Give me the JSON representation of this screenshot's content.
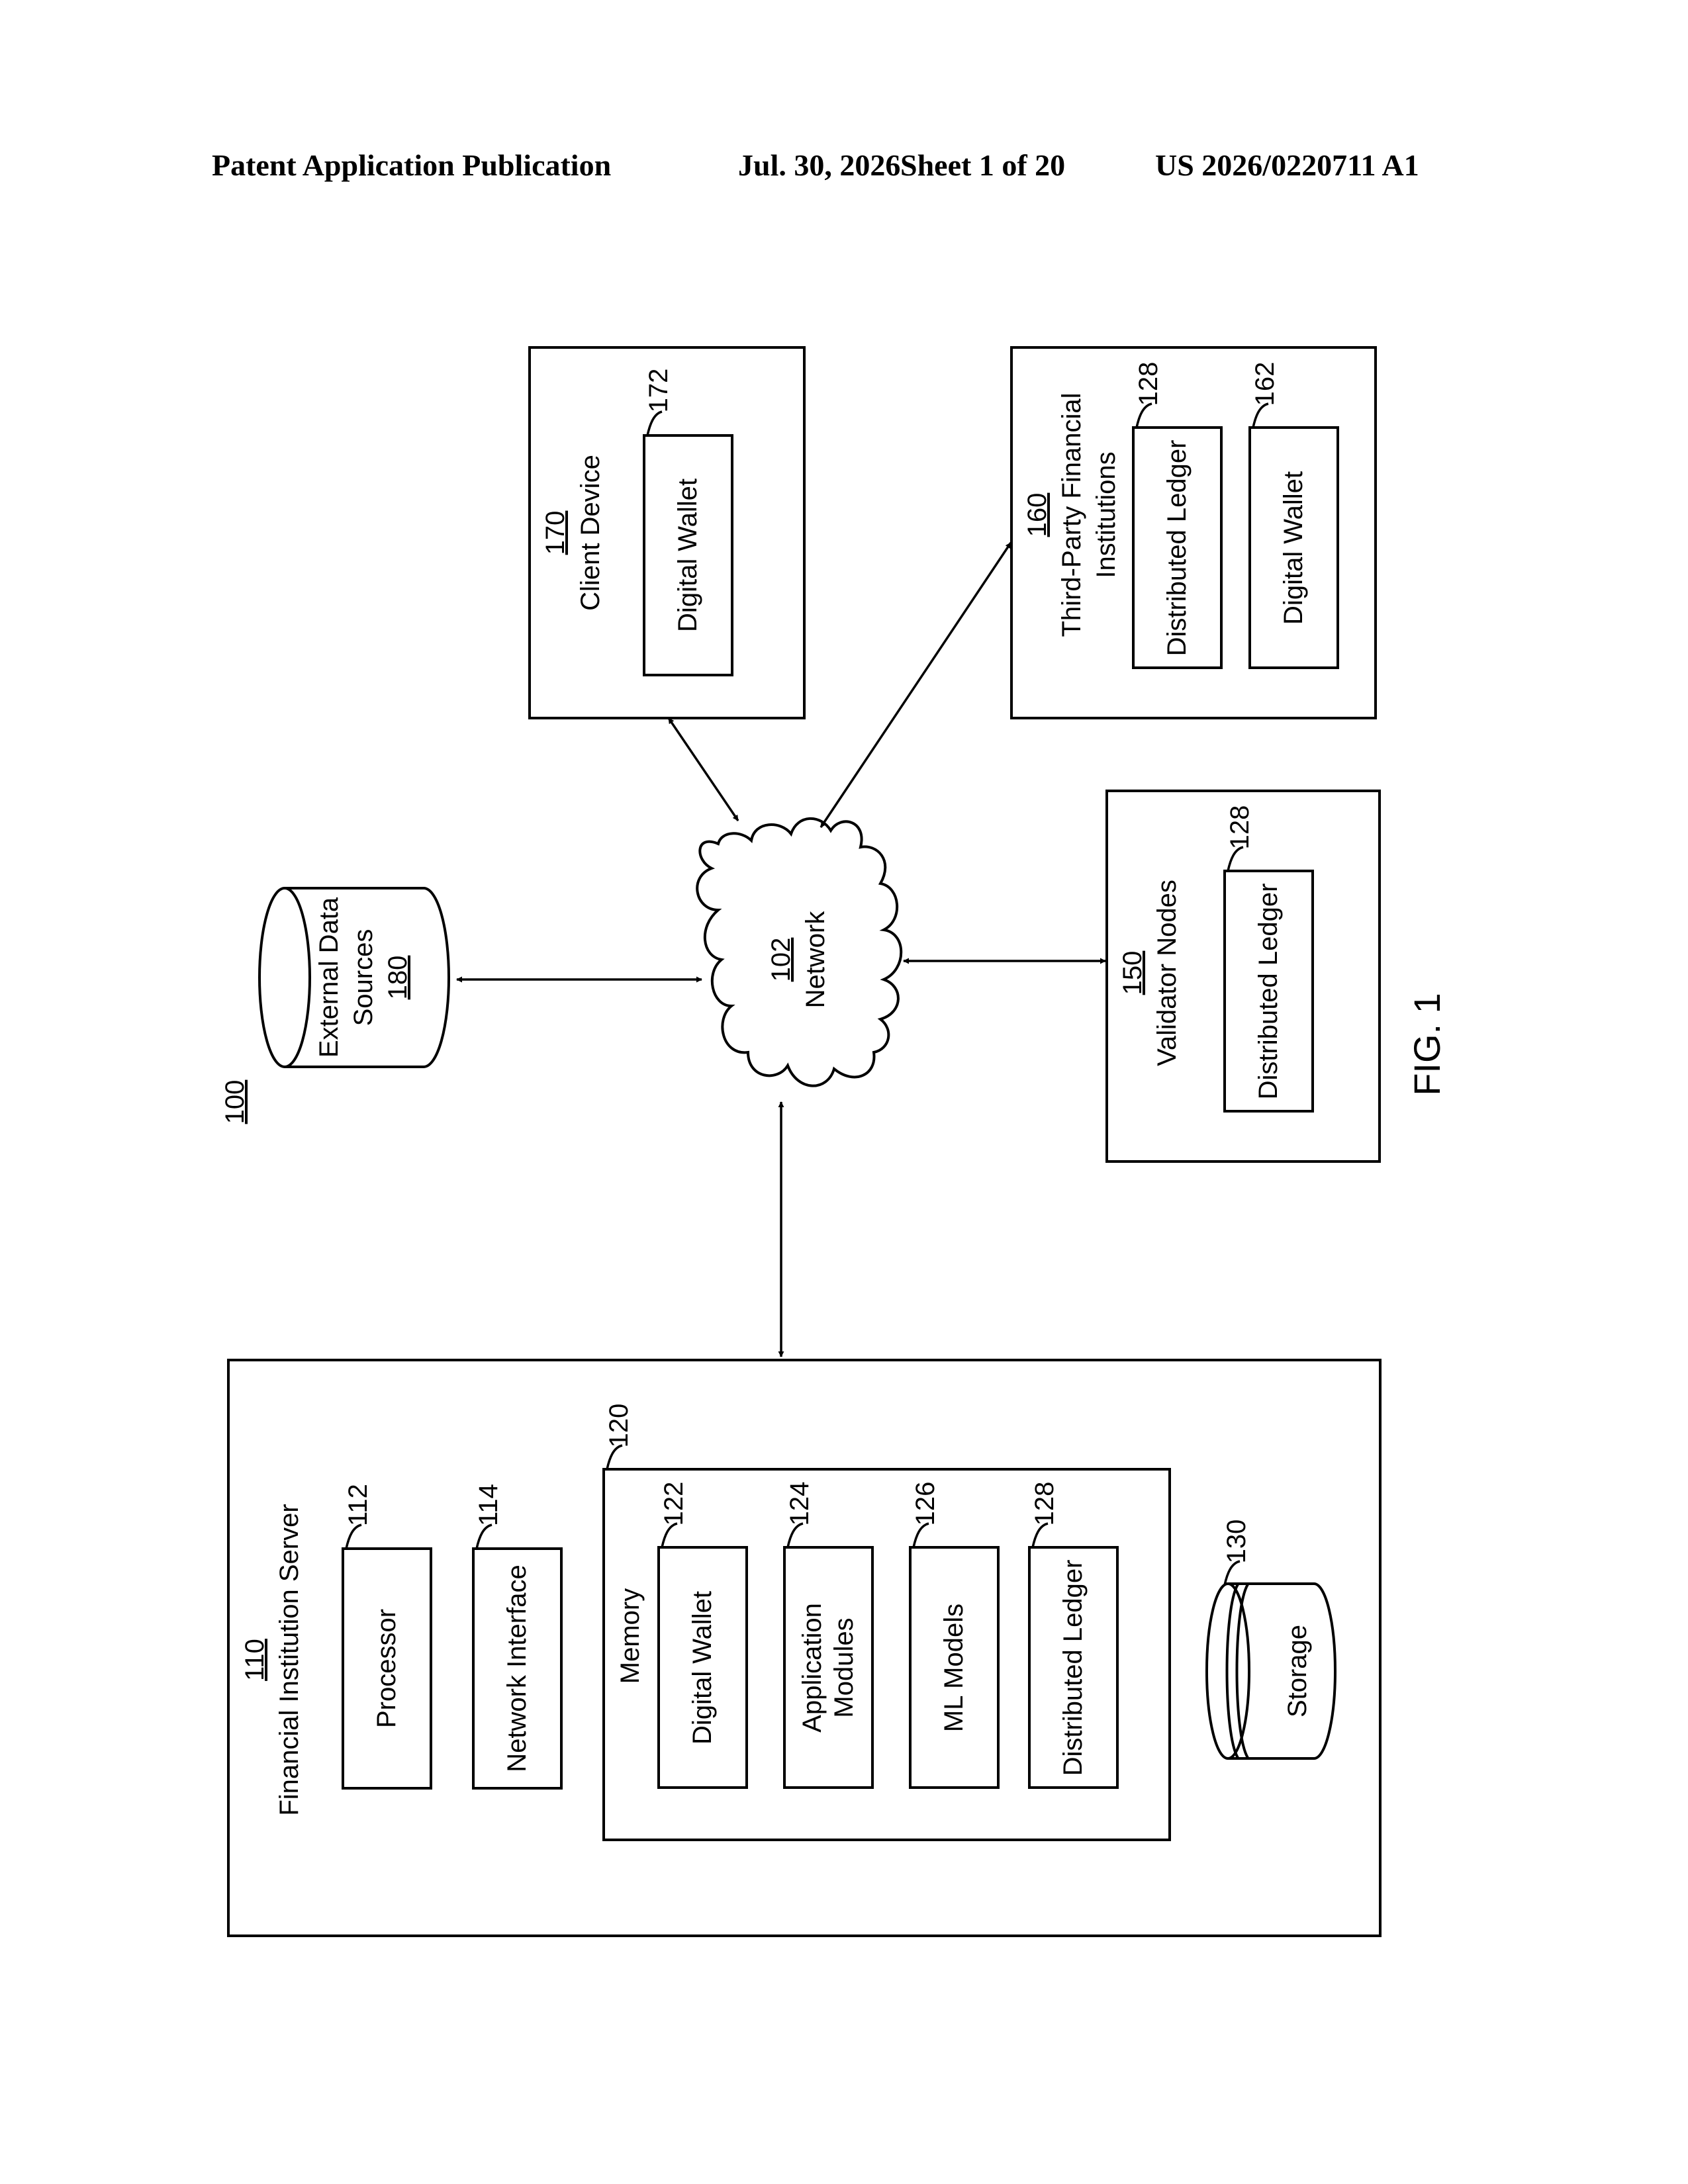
{
  "header": {
    "publication": "Patent Application Publication",
    "date": "Jul. 30, 2026",
    "sheet": "Sheet 1 of 20",
    "number": "US 2026/0220711 A1"
  },
  "figure": {
    "ref": "100",
    "label": "FIG. 1"
  },
  "network": {
    "ref": "102",
    "label": "Network"
  },
  "external_data": {
    "line1": "External Data",
    "line2": "Sources",
    "ref": "180"
  },
  "client_device": {
    "ref": "170",
    "label": "Client Device",
    "wallet": {
      "ref": "172",
      "label": "Digital Wallet"
    }
  },
  "third_party": {
    "ref": "160",
    "line1": "Third-Party Financial",
    "line2": "Institutions",
    "ledger": {
      "ref": "128",
      "label": "Distributed Ledger"
    },
    "wallet": {
      "ref": "162",
      "label": "Digital Wallet"
    }
  },
  "validator": {
    "ref": "150",
    "label": "Validator Nodes",
    "ledger": {
      "ref": "128",
      "label": "Distributed Ledger"
    }
  },
  "server": {
    "ref": "110",
    "label": "Financial Institution Server",
    "processor": {
      "ref": "112",
      "label": "Processor"
    },
    "network_interface": {
      "ref": "114",
      "label": "Network Interface"
    },
    "memory": {
      "ref": "120",
      "label": "Memory",
      "items": [
        {
          "ref": "122",
          "label": "Digital Wallet"
        },
        {
          "ref": "124",
          "line1": "Application",
          "line2": "Modules"
        },
        {
          "ref": "126",
          "label": "ML Models"
        },
        {
          "ref": "128",
          "label": "Distributed Ledger"
        }
      ]
    },
    "storage": {
      "ref": "130",
      "label": "Storage"
    }
  }
}
